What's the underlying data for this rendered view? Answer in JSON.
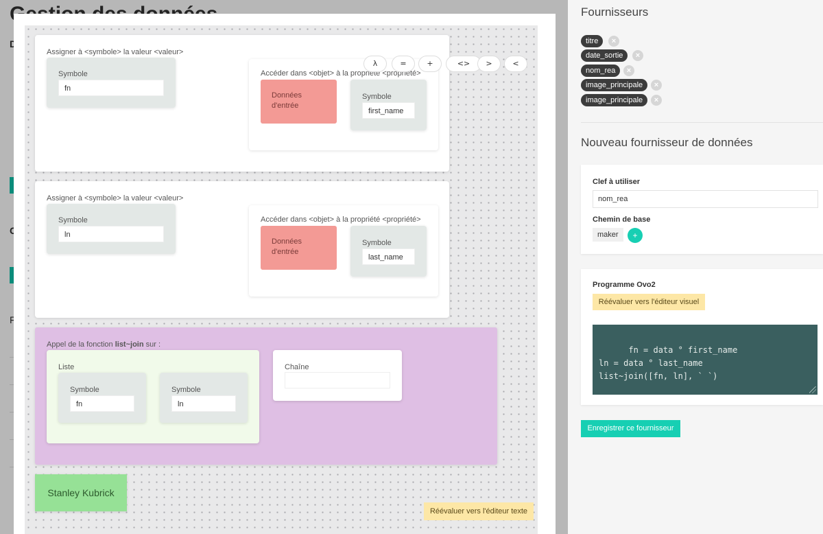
{
  "background": {
    "title": "Gestion des données",
    "fragments": [
      "D",
      "C",
      "F"
    ]
  },
  "toolbar": {
    "buttons": [
      "λ",
      "=",
      "+",
      "<>",
      ">",
      "<"
    ]
  },
  "assign1": {
    "header": "Assigner à <symbole> la valeur <valeur>",
    "symbol_label": "Symbole",
    "symbol_value": "fn",
    "access_header": "Accéder dans <objet> à la propriété <propriété>",
    "input_label": "Données d'entrée",
    "prop_symbol_label": "Symbole",
    "prop_value": "first_name"
  },
  "assign2": {
    "header": "Assigner à <symbole> la valeur <valeur>",
    "symbol_label": "Symbole",
    "symbol_value": "ln",
    "access_header": "Accéder dans <objet> à la propriété <propriété>",
    "input_label": "Données d'entrée",
    "prop_symbol_label": "Symbole",
    "prop_value": "last_name"
  },
  "fn_call": {
    "prefix": "Appel de la fonction",
    "function_name": "list~join",
    "suffix": "sur :",
    "list_label": "Liste",
    "list_items": [
      {
        "label": "Symbole",
        "value": "fn"
      },
      {
        "label": "Symbole",
        "value": "ln"
      }
    ],
    "chain_label": "Chaîne",
    "chain_value": ""
  },
  "result": "Stanley Kubrick",
  "reeval_text_label": "Réévaluer vers l'éditeur texte",
  "right_panel": {
    "providers_title": "Fournisseurs",
    "chips": [
      "titre",
      "date_sortie",
      "nom_rea",
      "image_principale",
      "image_principale"
    ],
    "new_provider_title": "Nouveau fournisseur de données",
    "key_label": "Clef à utiliser",
    "key_value": "nom_rea",
    "base_path_label": "Chemin de base",
    "base_path_value": "maker",
    "add_label": "+",
    "program_label": "Programme Ovo2",
    "reeval_visual_label": "Réévaluer vers l'éditeur visuel",
    "code": "fn = data ° first_name\nln = data ° last_name\nlist~join([fn, ln], ` `)",
    "save_label": "Enregistrer ce fournisseur"
  },
  "colors": {
    "accent": "#17cfb3",
    "input_block": "#f39a95",
    "fn_block": "#dfbfe4",
    "list_block": "#f1faea",
    "result_block": "#96e196",
    "reeval_button": "#fde7a6",
    "code_bg": "#3a5f5f"
  }
}
